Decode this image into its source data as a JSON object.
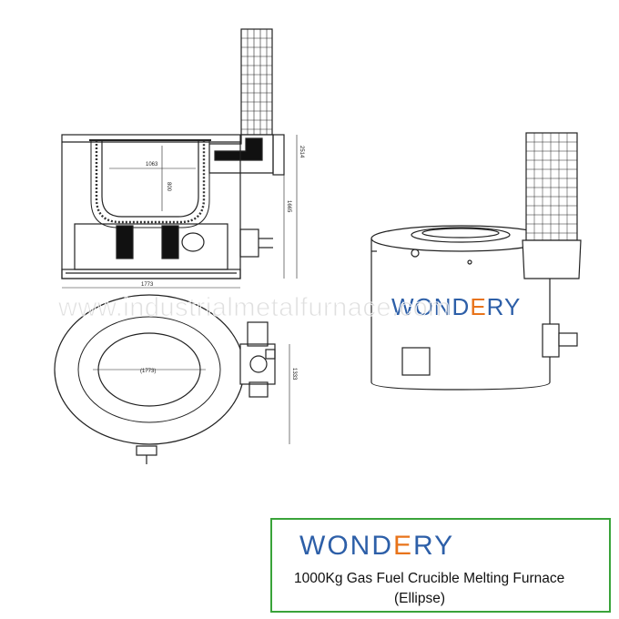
{
  "watermark": "www.industrialmetalfurnace.com",
  "brand": {
    "prefix": "WOND",
    "accent": "E",
    "suffix": "RY",
    "color": "#2d5fa8",
    "accent_color": "#e8731a"
  },
  "caption": {
    "line1": "1000Kg Gas Fuel Crucible Melting Furnace",
    "line2": "(Ellipse)",
    "border_color": "#3aa33a"
  },
  "dimensions": {
    "crucible_width": "1063",
    "crucible_depth": "800",
    "total_height": "2514",
    "body_height": "1665",
    "base_width": "1773",
    "ellipse_inner": "(1773)",
    "ellipse_depth": "1333"
  }
}
